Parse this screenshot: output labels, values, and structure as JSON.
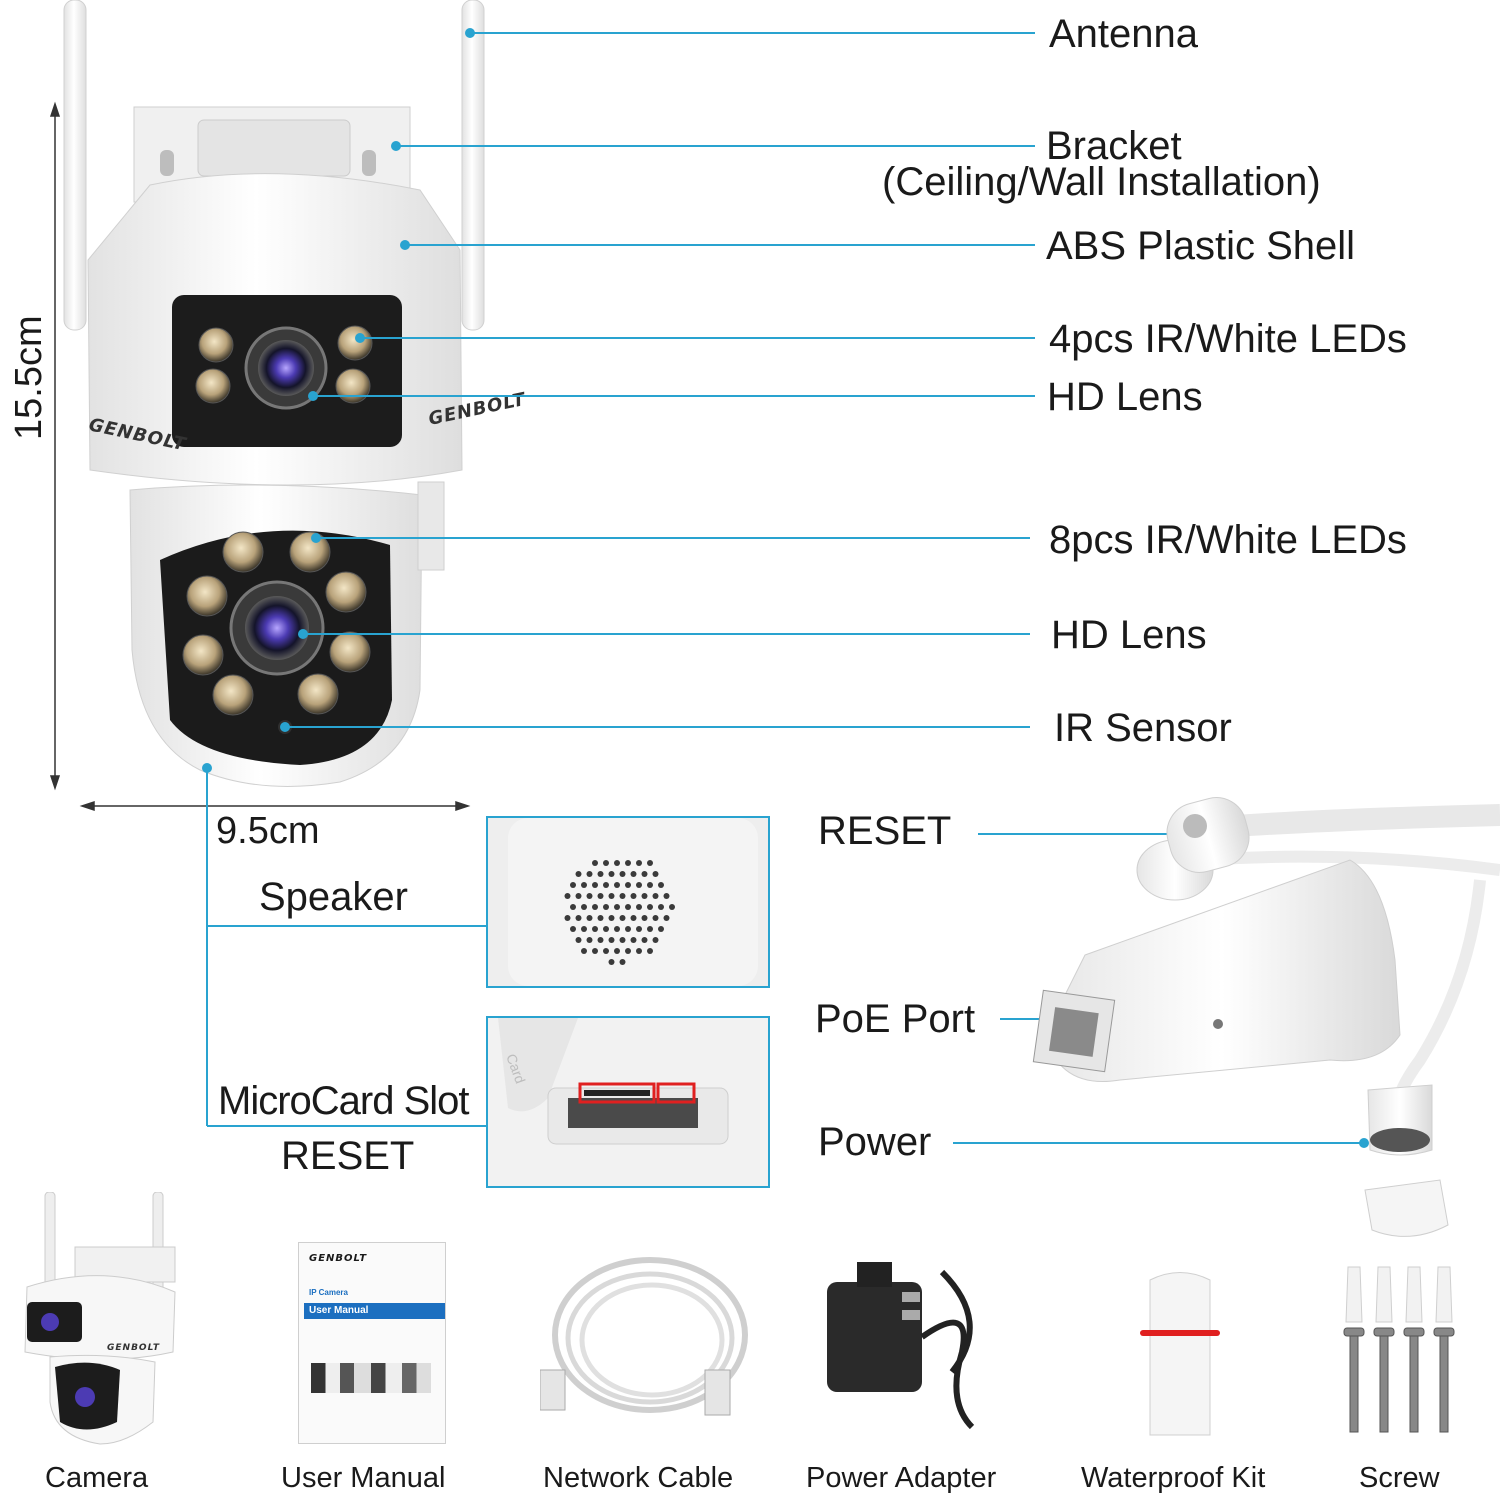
{
  "callouts": {
    "antenna": "Antenna",
    "bracket": "Bracket",
    "bracket_note": "(Ceiling/Wall Installation)",
    "shell": "ABS Plastic Shell",
    "upper_leds": "4pcs IR/White LEDs",
    "upper_lens": "HD Lens",
    "lower_leds": "8pcs IR/White LEDs",
    "lower_lens": "HD Lens",
    "ir_sensor": "IR Sensor",
    "speaker": "Speaker",
    "microcard": "MicroCard Slot",
    "reset_slot": "RESET",
    "reset_cable": "RESET",
    "poe": "PoE Port",
    "power": "Power"
  },
  "dimensions": {
    "height": "15.5cm",
    "width": "9.5cm"
  },
  "brand_marks": {
    "camera_logo": "GENBOLT",
    "manual_logo": "GENBOLT",
    "manual_subtitle": "IP Camera",
    "manual_title": "User Manual",
    "card_mark": "Card"
  },
  "package": [
    {
      "name": "Camera",
      "icon": "camera-thumb-icon"
    },
    {
      "name": "User Manual",
      "icon": "manual-icon"
    },
    {
      "name": "Network Cable",
      "icon": "network-cable-icon"
    },
    {
      "name": "Power Adapter",
      "icon": "power-adapter-icon"
    },
    {
      "name": "Waterproof Kit",
      "icon": "waterproof-kit-icon"
    },
    {
      "name": "Screw",
      "icon": "screw-icon"
    }
  ],
  "colors": {
    "leader_line": "#29a3d0",
    "camera_body": "#f3f3f3",
    "lens_panel": "#1a1a1a",
    "highlight_box": "#e02020"
  }
}
